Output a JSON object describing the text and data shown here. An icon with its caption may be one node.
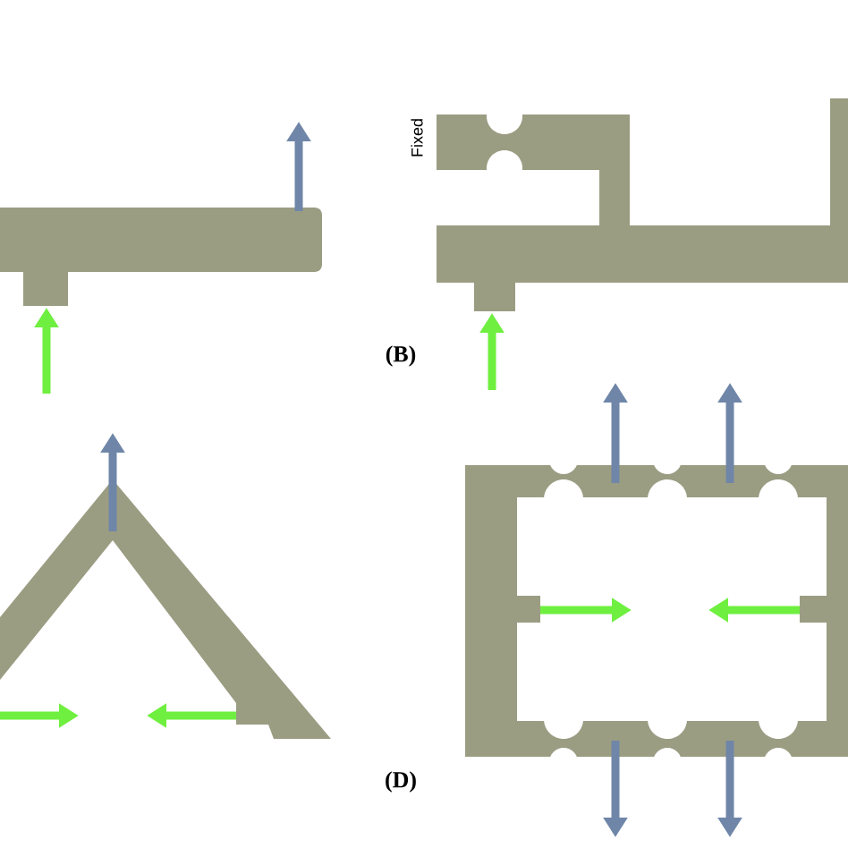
{
  "diagram": {
    "labels": [
      "Fixed",
      "(B)",
      "(D)"
    ]
  }
}
